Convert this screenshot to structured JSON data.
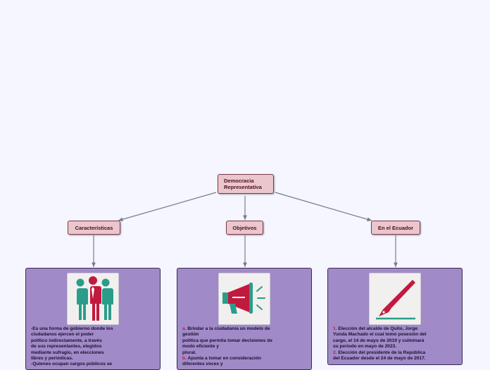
{
  "central": {
    "label": "Democracia\nRepresentativa"
  },
  "topics": [
    {
      "id": "caracteristicas",
      "label": "Características"
    },
    {
      "id": "objetivos",
      "label": "Objetivos"
    },
    {
      "id": "ecuador",
      "label": "En el Ecuador"
    }
  ],
  "cards": {
    "caracteristicas": {
      "icon": "people-icon",
      "text": "-Es una forma de gobierno donde los\nciudadanos ejercen el poder\npolítico indirectamente, a través\nde sus representantes, elegidos\nmediante sufragio, en elecciones\nlibres y periódicas.\n-Quienes ocupan cargos públicos se"
    },
    "objetivos": {
      "icon": "megaphone-icon",
      "item_a_marker": "a.",
      "item_a": " Brindar a la ciudadanía un modelo de\ngestión\npolítica que permita tomar decisiones de\nmodo eficiente y\nplural.",
      "item_b_marker": "b.",
      "item_b": " Apunta a tomar en consideración\ndiferentes voces y"
    },
    "ecuador": {
      "icon": "pen-icon",
      "item_1_marker": "1.",
      "item_1": " Elección del alcalde de Quito, Jorge\nYunda Machado el cual tomó posesión del\ncargo, el 14 de mayo de 2019 y culminará\nsu periodo en mayo de 2023.",
      "item_2_marker": "2.",
      "item_2": " Elección del presidente de la República\ndel Ecuador desde el 24 de mayo de 2017."
    }
  },
  "colors": {
    "topic_fill": "#ecc6cd",
    "card_fill": "#a08ac7",
    "icon_red": "#c2193f",
    "icon_teal": "#2a9d8a"
  }
}
